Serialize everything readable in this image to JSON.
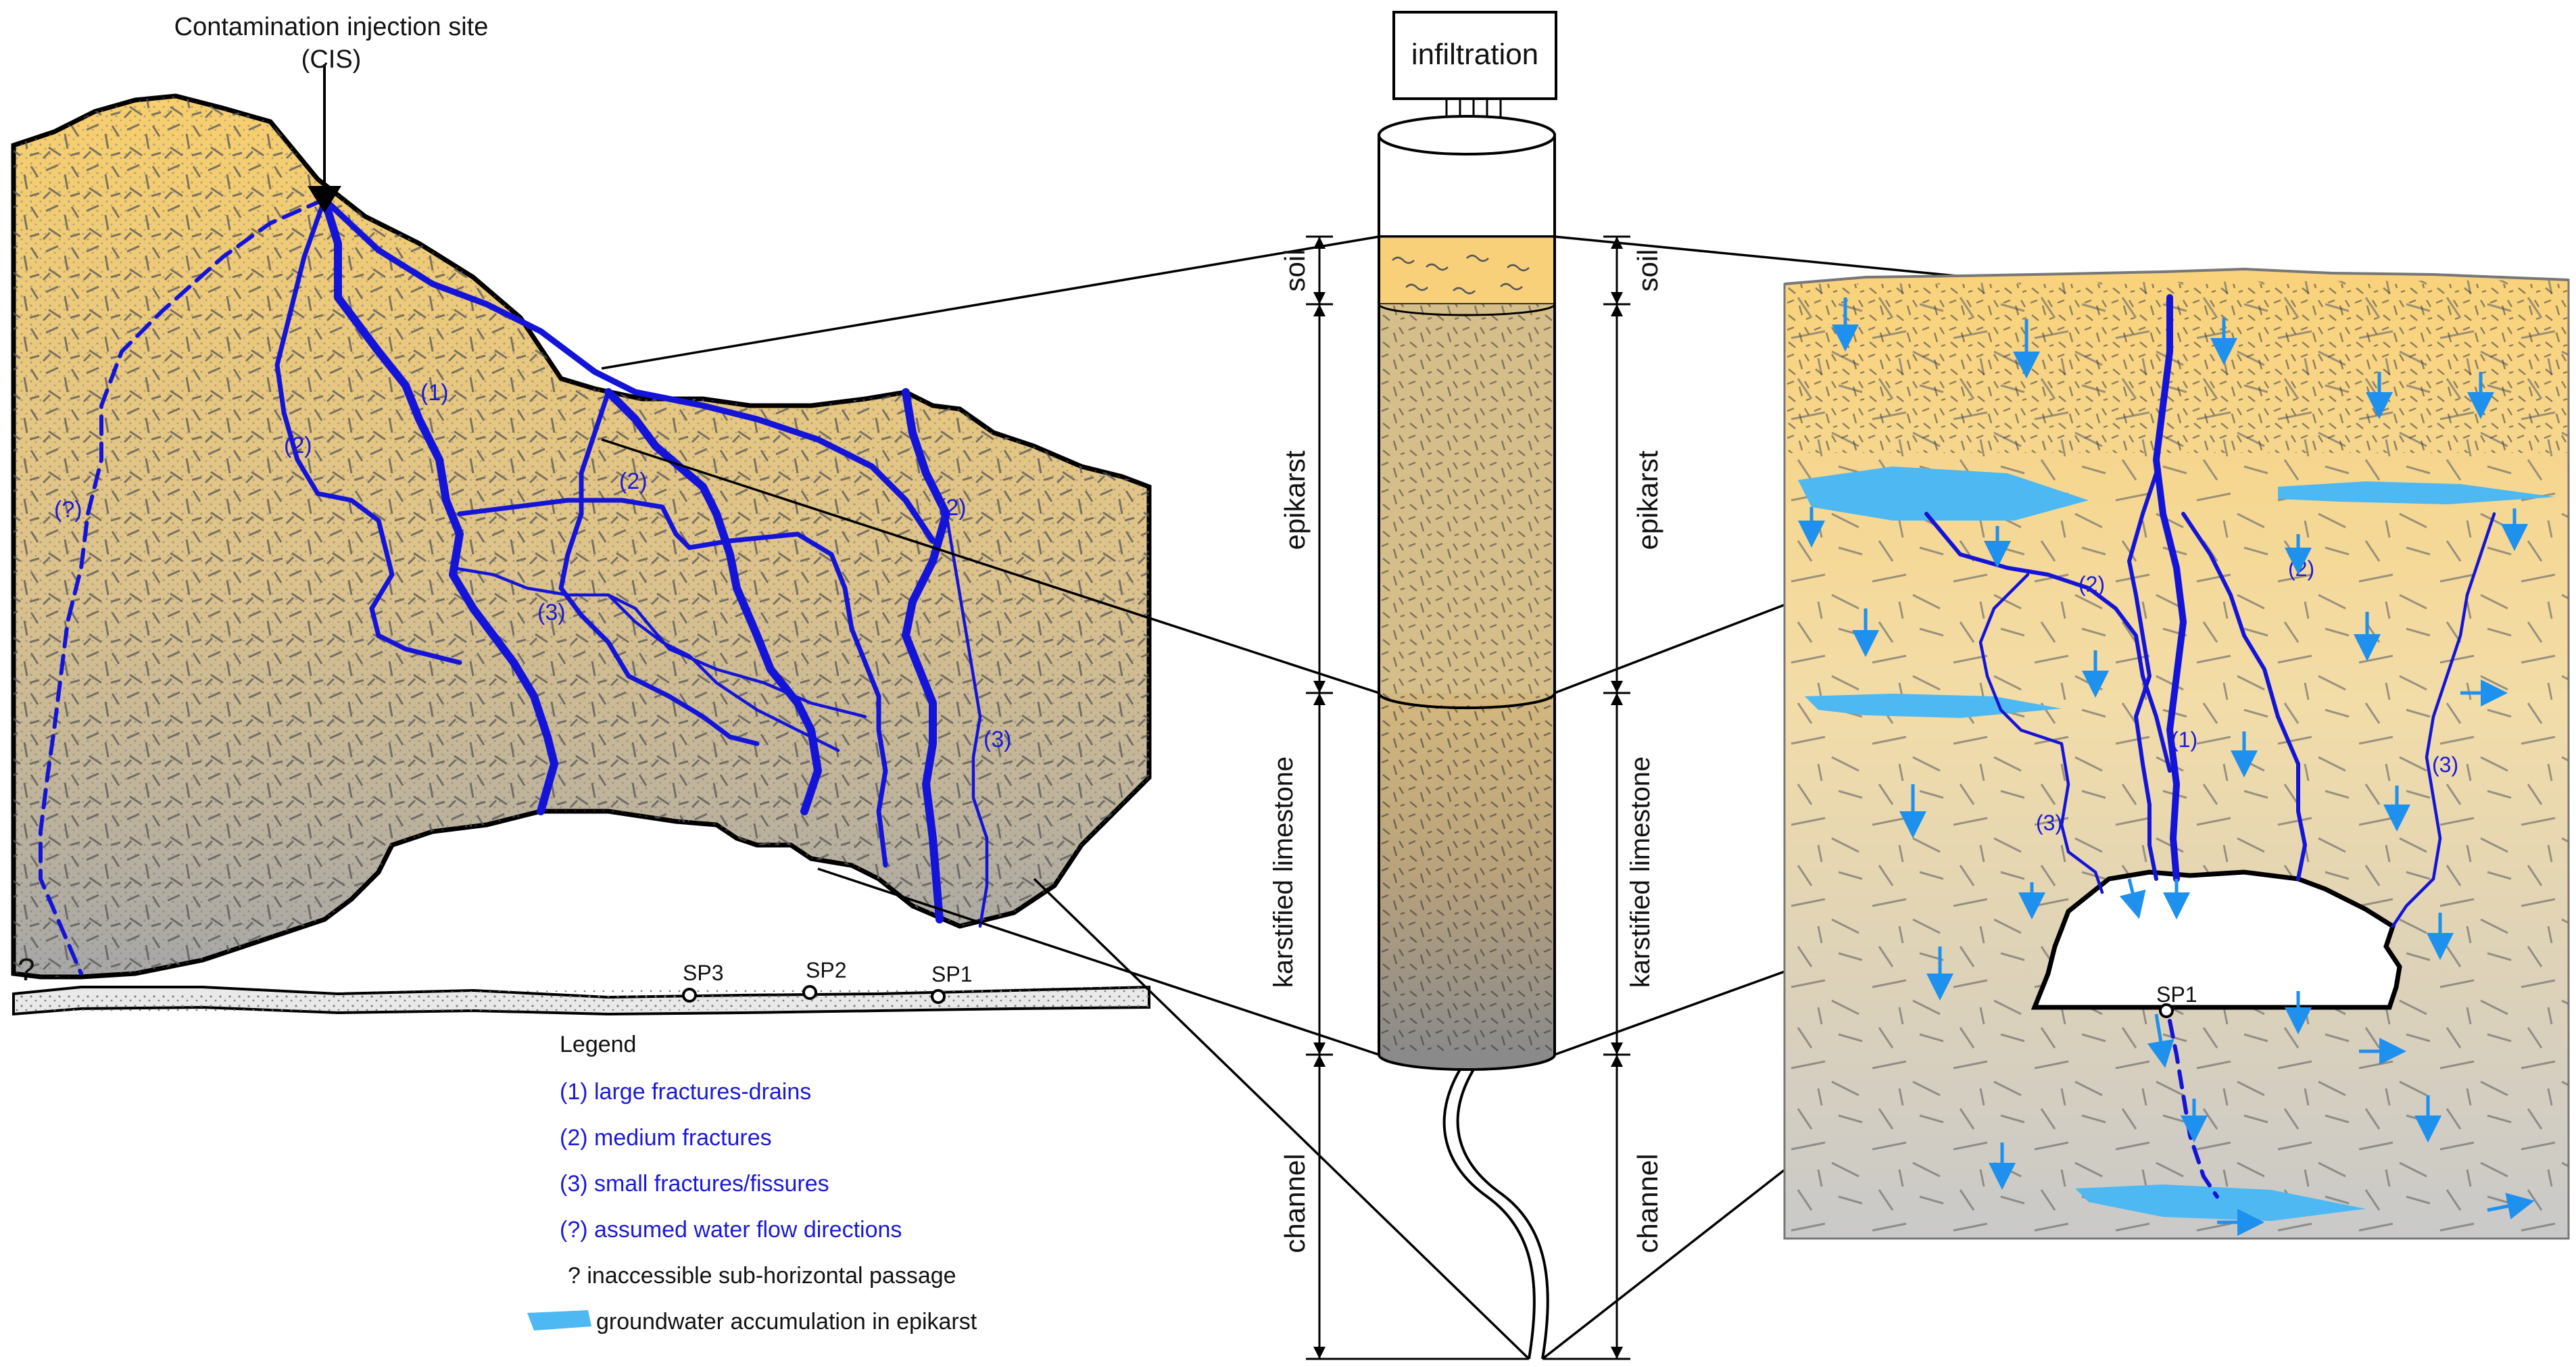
{
  "colors": {
    "drain": "#1414d8",
    "water": "#4db8f2",
    "arrow": "#1e90ee",
    "outline": "#000000",
    "soil_top": "#f8cf6e",
    "rock_bottom": "#a6a6a6"
  },
  "left_section": {
    "cis_title": "Contamination injection site",
    "cis_abbr": "(CIS)",
    "fracture_labels": [
      "(1)",
      "(2)",
      "(2)",
      "(2)",
      "(3)",
      "(3)",
      "(?)"
    ],
    "unknown_mark": "?",
    "springs": [
      "SP3",
      "SP2",
      "SP1"
    ]
  },
  "legend": {
    "title": "Legend",
    "items": [
      {
        "text": "(1) large fractures-drains",
        "color": "blue"
      },
      {
        "text": "(2) medium fractures",
        "color": "blue"
      },
      {
        "text": "(3) small fractures/fissures",
        "color": "blue"
      },
      {
        "text": "(?) assumed water flow directions",
        "color": "blue"
      },
      {
        "text": "? inaccessible sub-horizontal passage",
        "color": "black"
      },
      {
        "text": "groundwater accumulation in epikarst",
        "color": "black",
        "swatch": "water"
      }
    ]
  },
  "column": {
    "infiltration": "infiltration",
    "layers_left": [
      "soil",
      "epikarst",
      "karstified limestone",
      "channel"
    ],
    "layers_right": [
      "soil",
      "epikarst",
      "karstified limestone",
      "channel"
    ]
  },
  "right_section": {
    "fracture_labels": [
      "(1)",
      "(2)",
      "(2)",
      "(3)",
      "(3)"
    ],
    "spring": "SP1"
  }
}
